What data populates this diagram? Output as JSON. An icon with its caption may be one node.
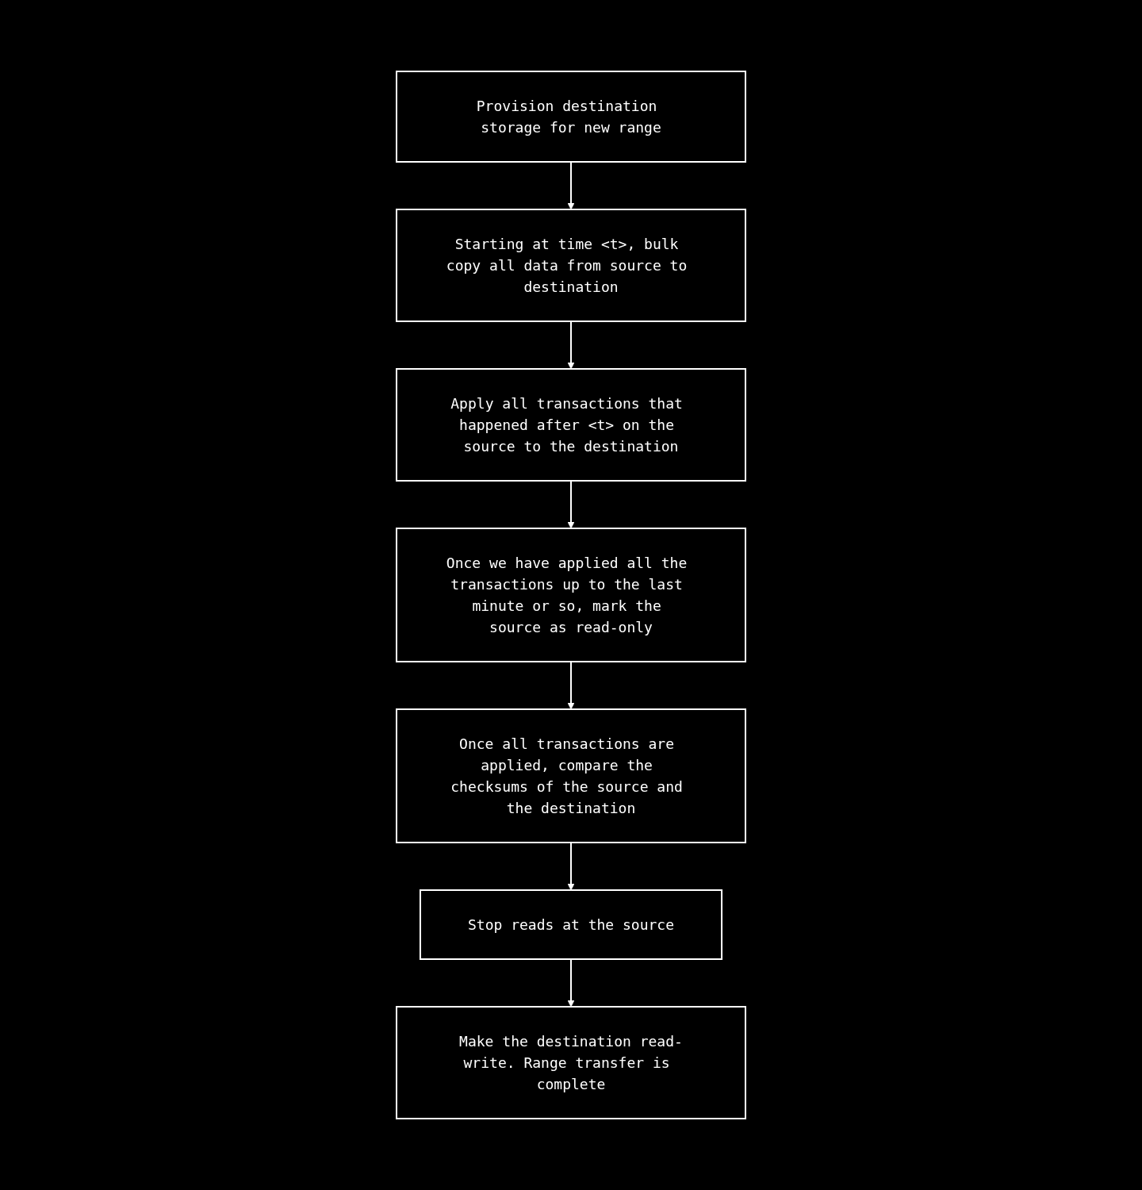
{
  "diagram": {
    "nodes": [
      {
        "text": [
          "Provision destination storage for new range"
        ]
      },
      {
        "text": [
          "Starting at time <t>, bulk copy all data from source to destination"
        ]
      },
      {
        "text": [
          "Apply all transactions that happened after <t> on the source to the destination"
        ]
      },
      {
        "text": [
          "Once we have applied all the transactions up to the last minute or so, mark the source as read-only"
        ]
      },
      {
        "text": [
          "Once all transactions are applied, compare the checksums of the source and the destination"
        ]
      },
      {
        "text": [
          "Stop reads at the source"
        ]
      },
      {
        "text": [
          "Make the destination read-write. Range transfer is complete"
        ]
      }
    ],
    "edges": [
      {
        "from": 0,
        "to": 1,
        "arrow": "to"
      },
      {
        "from": 1,
        "to": 2,
        "arrow": "to"
      },
      {
        "from": 2,
        "to": 3,
        "arrow": "to"
      },
      {
        "from": 3,
        "to": 4,
        "arrow": "to"
      },
      {
        "from": 4,
        "to": 5,
        "arrow": "to"
      },
      {
        "from": 5,
        "to": 6,
        "arrow": "to"
      }
    ]
  }
}
